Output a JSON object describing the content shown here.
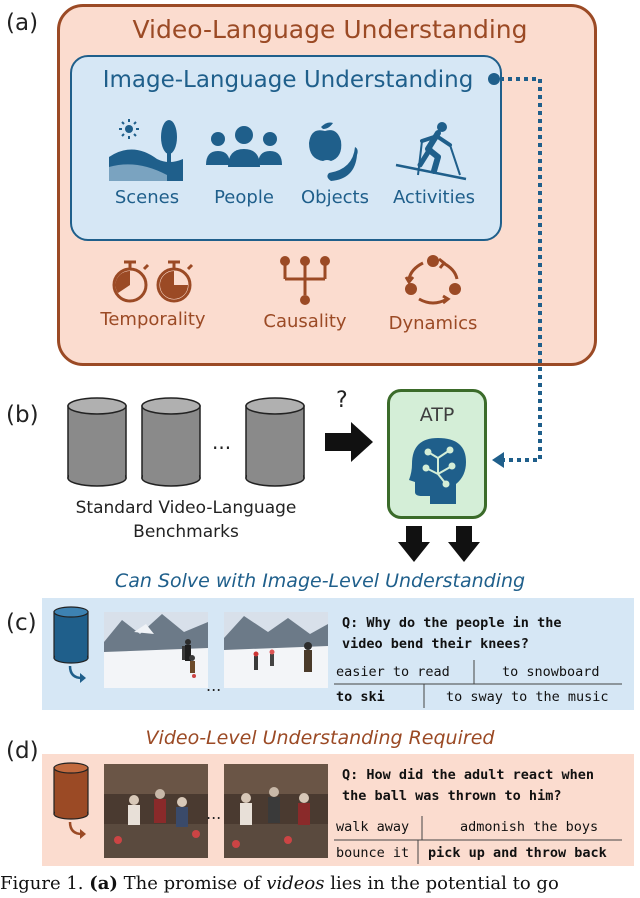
{
  "labels": {
    "a": "(a)",
    "b": "(b)",
    "c": "(c)",
    "d": "(d)"
  },
  "panel_a": {
    "video_title": "Video-Language Understanding",
    "image_title": "Image-Language Understanding",
    "image_categories": [
      "Scenes",
      "People",
      "Objects",
      "Activities"
    ],
    "video_categories": [
      "Temporality",
      "Causality",
      "Dynamics"
    ]
  },
  "panel_b": {
    "benchmarks_caption_line1": "Standard Video-Language",
    "benchmarks_caption_line2": "Benchmarks",
    "ellipsis": "...",
    "question_mark": "?",
    "atp_label": "ATP"
  },
  "panel_c": {
    "title": "Can Solve with Image-Level Understanding",
    "question_line1": "Q: Why do the people in the",
    "question_line2": "video bend their knees?",
    "answers": [
      "easier to read",
      "to snowboard",
      "to ski",
      "to sway to the music"
    ],
    "ellipsis": "..."
  },
  "panel_d": {
    "title": "Video-Level Understanding Required",
    "question_line1": "Q: How did the adult react when",
    "question_line2": "the ball was thrown to him?",
    "answers": [
      "walk away",
      "admonish the boys",
      "bounce it",
      "pick up and throw back"
    ],
    "ellipsis": "..."
  },
  "caption": {
    "prefix": "Figure 1.  ",
    "bold": "(a)",
    "text1": " The promise of ",
    "italic": "videos",
    "text2": " lies in the potential to go"
  },
  "colors": {
    "video_orange": "#9b4a25",
    "image_blue": "#1f5f8b",
    "atp_green": "#3b6b2a",
    "panel_c_bg": "#d6e7f5",
    "panel_d_bg": "#fbdccf"
  }
}
